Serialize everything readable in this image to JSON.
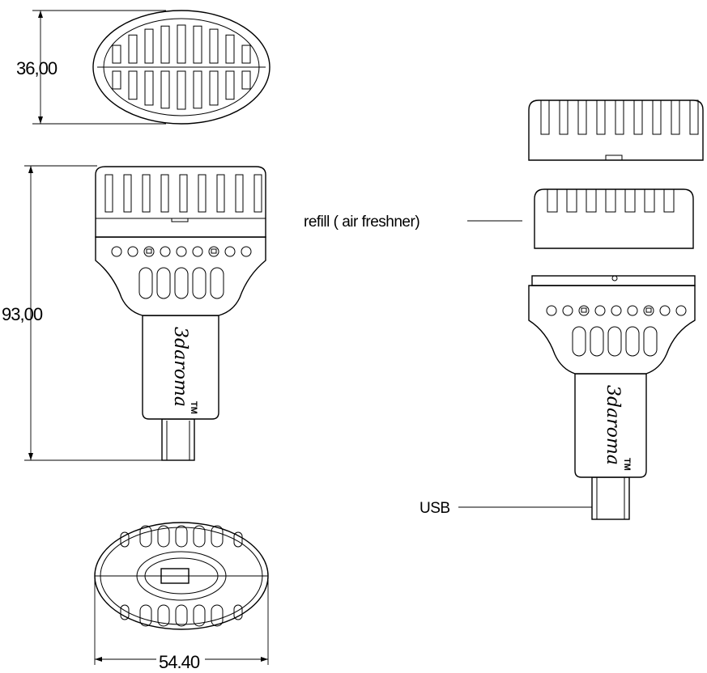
{
  "dimensions": {
    "depth": "36,00",
    "height": "93,00",
    "width": "54.40"
  },
  "labels": {
    "refill": "refill  ( air freshner)",
    "usb": "USB"
  },
  "brand": {
    "name": "3daroma",
    "trademark": "TM"
  }
}
